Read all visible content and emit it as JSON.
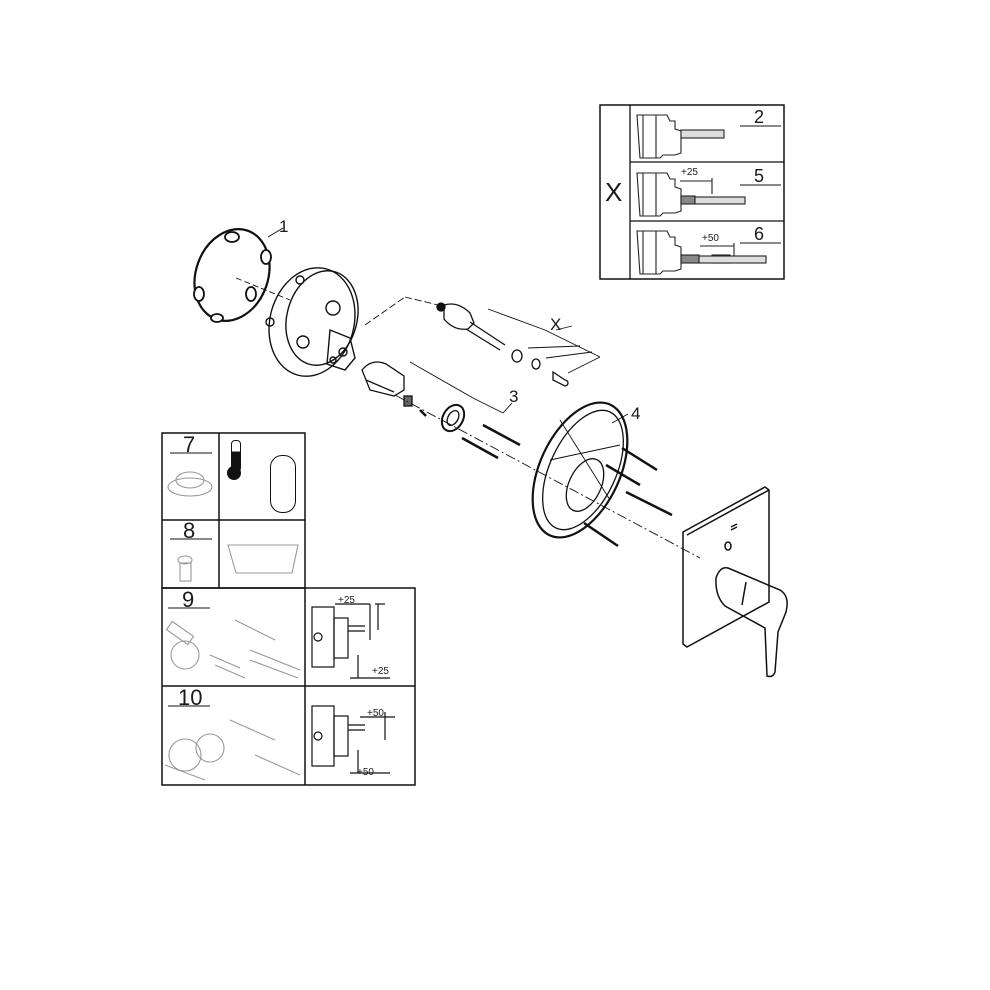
{
  "diagram": {
    "type": "exploded-parts-diagram",
    "subject": "Concealed shower mixer valve assembly with trim plate and lever handle",
    "callouts": [
      {
        "id": "1",
        "label": "1",
        "part": "o-ring seal"
      },
      {
        "id": "X",
        "label": "X",
        "part": "extension / spindle set"
      },
      {
        "id": "3",
        "label": "3",
        "part": "cartridge retaining ring and screws"
      },
      {
        "id": "4",
        "label": "4",
        "part": "wall mounting plate with screws"
      }
    ],
    "legend_x": {
      "label": "X",
      "rows": [
        {
          "num": "2",
          "dimension": ""
        },
        {
          "num": "5",
          "dimension": "+25"
        },
        {
          "num": "6",
          "dimension": "+50"
        }
      ]
    },
    "options_panel": {
      "rows": [
        {
          "num": "7",
          "desc": "thermostatic temperature limiter"
        },
        {
          "num": "8",
          "desc": "bath filler diverter"
        },
        {
          "num": "9",
          "desc": "extension set",
          "dim_top": "+25",
          "dim_bottom": "+25"
        },
        {
          "num": "10",
          "desc": "extension set",
          "dim_top": "+50",
          "dim_bottom": "+50"
        }
      ]
    }
  }
}
